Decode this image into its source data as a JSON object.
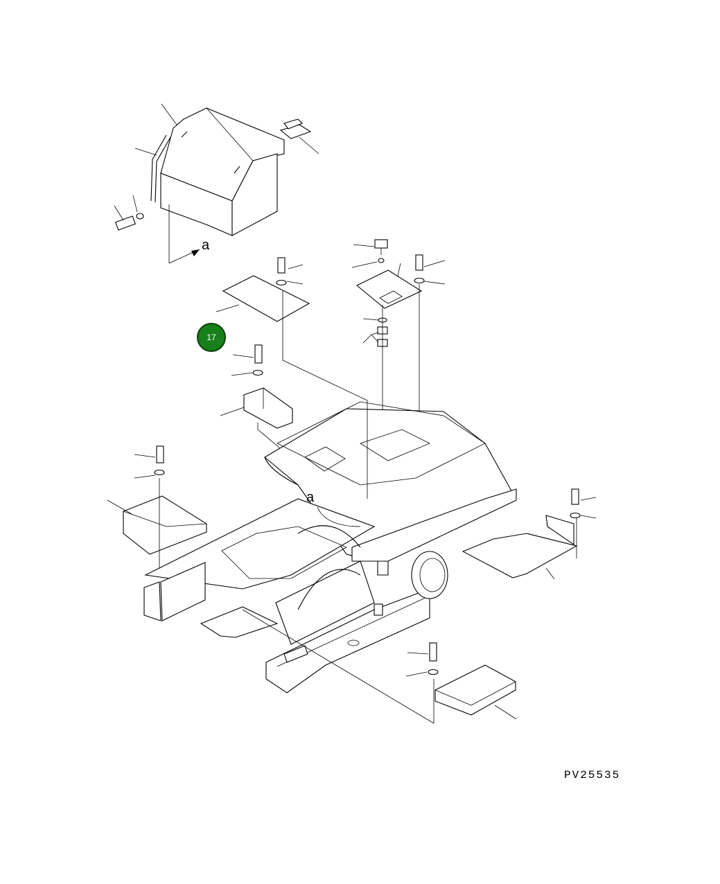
{
  "drawing": {
    "part_number": "PV25535",
    "view_marker": "a"
  },
  "callouts": [
    {
      "id": "17",
      "label": "17",
      "color": "#17801a"
    }
  ]
}
